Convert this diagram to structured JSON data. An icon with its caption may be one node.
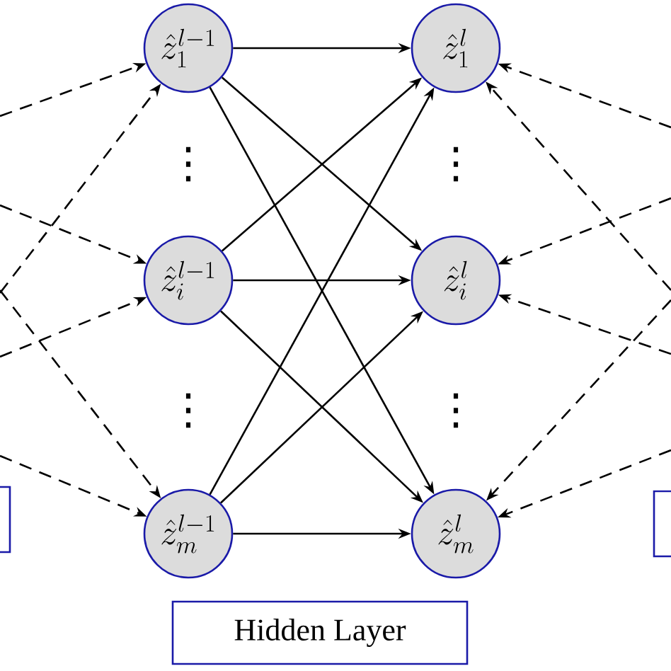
{
  "diagram": {
    "nodes": [
      {
        "text": [
          "\\hat{z}_{1}^{l-1}"
        ]
      },
      {
        "text": [
          "\\hat{z}_{i}^{l-1}"
        ]
      },
      {
        "text": [
          "\\hat{z}_{m}^{l-1}"
        ]
      },
      {
        "text": [
          "\\hat{z}_{1}^{l}"
        ]
      },
      {
        "text": [
          "\\hat{z}_{i}^{l}"
        ]
      },
      {
        "text": [
          "\\hat{z}_{m}^{l}"
        ]
      },
      {
        "text": [
          "Hidden Layer"
        ]
      },
      {
        "text": [],
        "shape": "box"
      },
      {
        "text": [],
        "shape": "box"
      }
    ],
    "edges": [
      {
        "from": 0,
        "to": 3,
        "arrow": "to"
      },
      {
        "from": 0,
        "to": 4,
        "arrow": "to"
      },
      {
        "from": 0,
        "to": 5,
        "arrow": "to"
      },
      {
        "from": 1,
        "to": 3,
        "arrow": "to"
      },
      {
        "from": 1,
        "to": 4,
        "arrow": "to"
      },
      {
        "from": 1,
        "to": 5,
        "arrow": "to"
      },
      {
        "from": 2,
        "to": 3,
        "arrow": "to"
      },
      {
        "from": 2,
        "to": 4,
        "arrow": "to"
      },
      {
        "from": 2,
        "to": 5,
        "arrow": "to"
      },
      {
        "from": null,
        "to": 0,
        "arrow": "to",
        "style": "dashed"
      },
      {
        "from": null,
        "to": 0,
        "arrow": "to",
        "style": "dashed"
      },
      {
        "from": null,
        "to": 1,
        "arrow": "to",
        "style": "dashed"
      },
      {
        "from": null,
        "to": 1,
        "arrow": "to",
        "style": "dashed"
      },
      {
        "from": null,
        "to": 2,
        "arrow": "to",
        "style": "dashed"
      },
      {
        "from": null,
        "to": 2,
        "arrow": "to",
        "style": "dashed"
      },
      {
        "from": null,
        "to": 3,
        "arrow": "to",
        "style": "dashed"
      },
      {
        "from": null,
        "to": 3,
        "arrow": "to",
        "style": "dashed"
      },
      {
        "from": null,
        "to": 4,
        "arrow": "to",
        "style": "dashed"
      },
      {
        "from": null,
        "to": 4,
        "arrow": "to",
        "style": "dashed"
      },
      {
        "from": null,
        "to": 5,
        "arrow": "to",
        "style": "dashed"
      },
      {
        "from": null,
        "to": 5,
        "arrow": "to",
        "style": "dashed"
      }
    ],
    "labels": [
      "⋮",
      "⋮",
      "⋮",
      "⋮"
    ]
  }
}
